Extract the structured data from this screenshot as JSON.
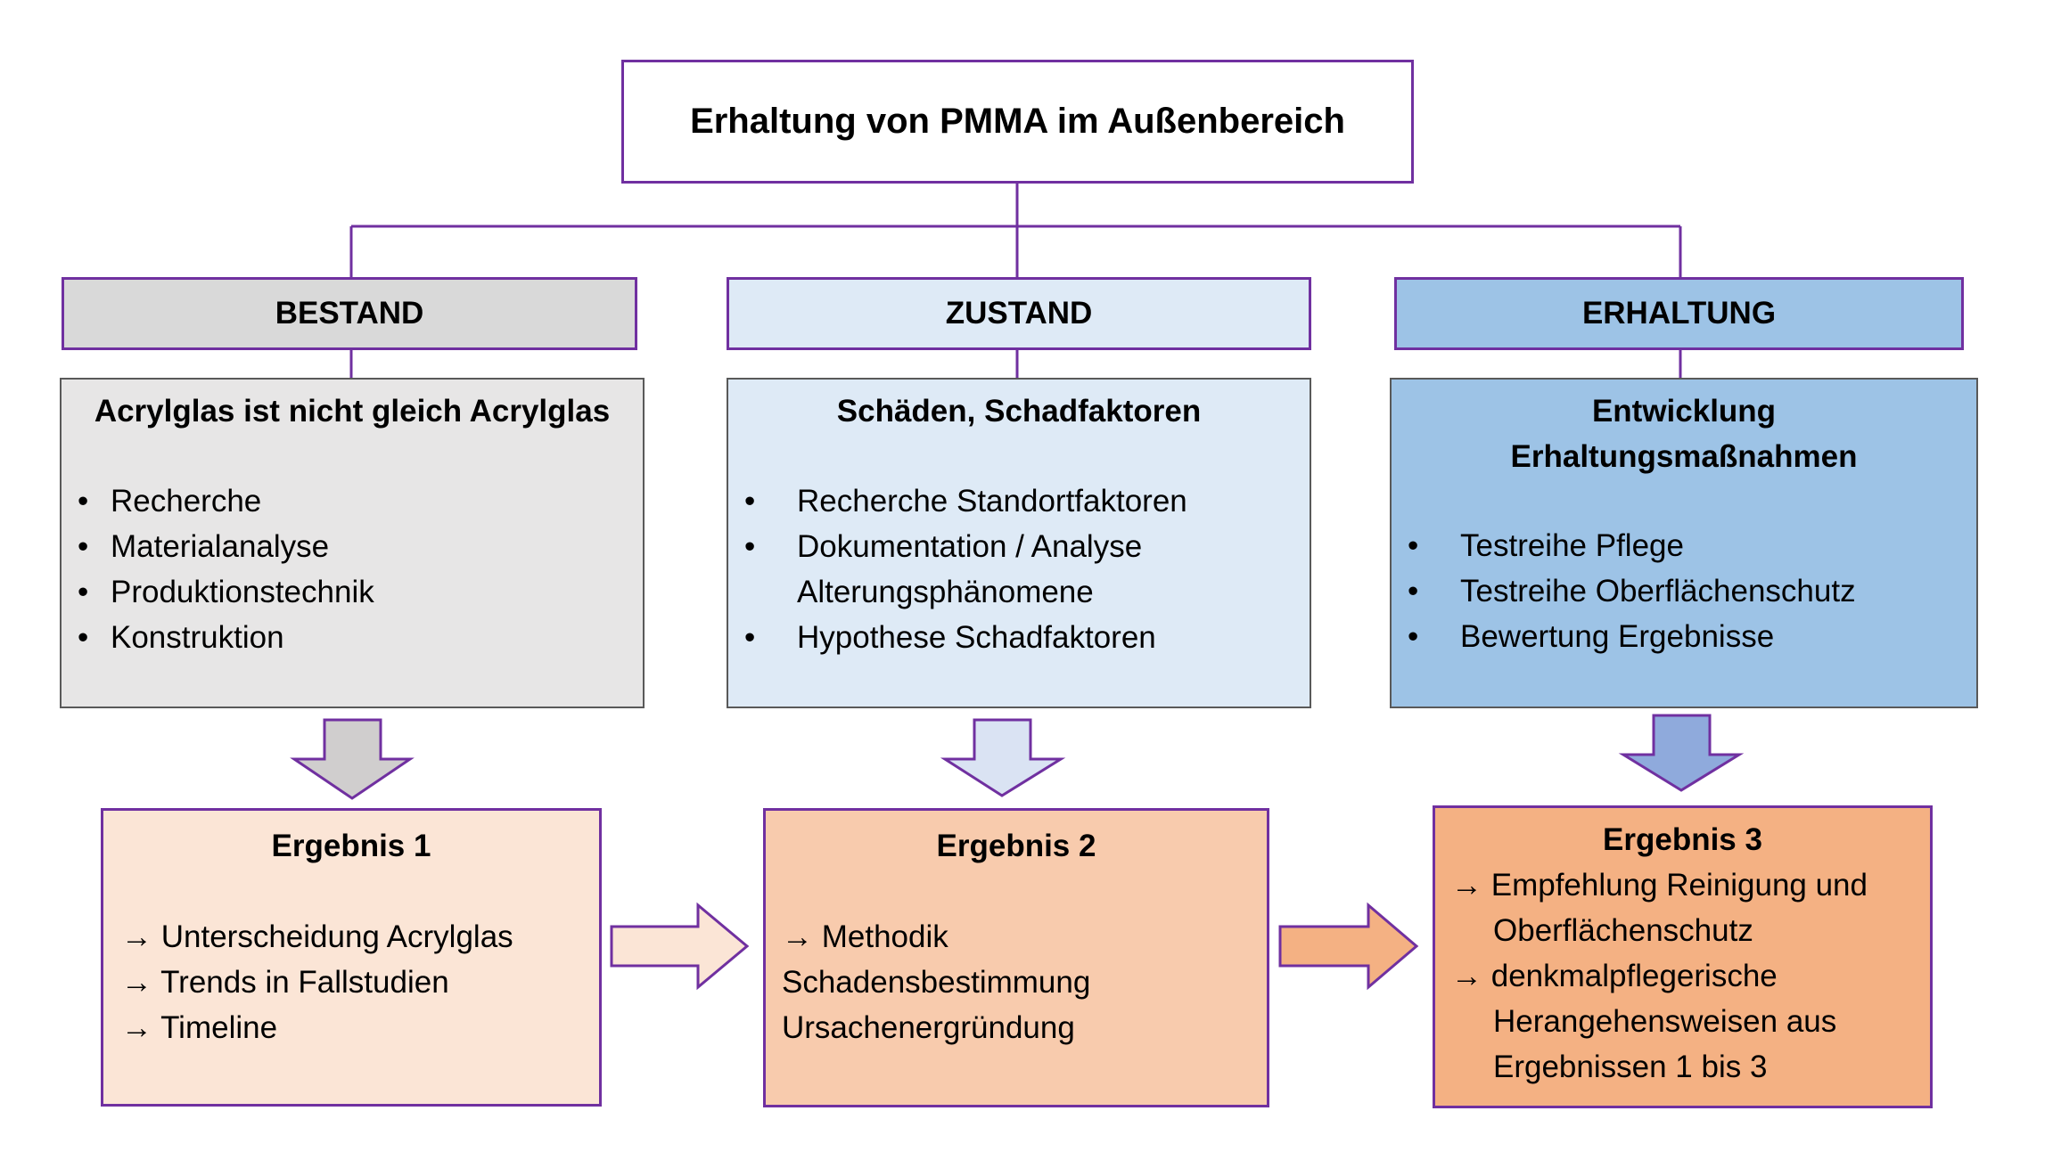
{
  "title": "Erhaltung von PMMA im Außenbereich",
  "colors": {
    "border_accent": "#7030A0",
    "bestand_header": "#D9D9D9",
    "bestand_content": "#E7E6E6",
    "zustand": "#DEEAF6",
    "erhaltung": "#9DC3E6",
    "ergebnis1": "#FBE5D6",
    "ergebnis2": "#F8CBAD",
    "ergebnis3": "#F4B183"
  },
  "columns": [
    {
      "category": "BESTAND",
      "heading": "Acrylglas ist nicht gleich Acrylglas",
      "bullet": "•",
      "items": [
        "Recherche",
        "Materialanalyse",
        "Produktionstechnik",
        "Konstruktion"
      ]
    },
    {
      "category": "ZUSTAND",
      "heading": "Schäden, Schadfaktoren",
      "bullet": "•",
      "items": [
        "Recherche Standortfaktoren",
        "Dokumentation / Analyse",
        "Alterungsphänomene",
        "Hypothese Schadfaktoren"
      ]
    },
    {
      "category": "ERHALTUNG",
      "heading_lines": [
        "Entwicklung",
        "Erhaltungsmaßnahmen"
      ],
      "bullet": "•",
      "items": [
        "Testreihe Pflege",
        "Testreihe Oberflächenschutz",
        "Bewertung Ergebnisse"
      ]
    }
  ],
  "results": [
    {
      "title": "Ergebnis 1",
      "arrow": "→",
      "lines": [
        "Unterscheidung Acrylglas",
        "Trends in Fallstudien",
        "Timeline"
      ]
    },
    {
      "title": "Ergebnis 2",
      "arrow": "→",
      "lines": [
        "Methodik",
        "Schadensbestimmung",
        "Ursachenergründung"
      ]
    },
    {
      "title": "Ergebnis 3",
      "arrow": "→",
      "lines": [
        "Empfehlung Reinigung und",
        "Oberflächenschutz",
        " denkmalpflegerische",
        "Herangehensweisen aus",
        "Ergebnissen 1 bis 3"
      ]
    }
  ]
}
